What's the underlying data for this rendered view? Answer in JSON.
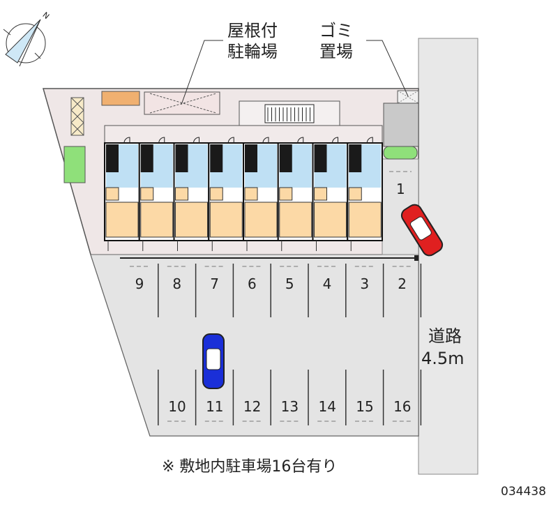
{
  "labels": {
    "bike_parking_line1": "屋根付",
    "bike_parking_line2": "駐輪場",
    "garbage_line1": "ゴミ",
    "garbage_line2": "置場",
    "road_line1": "道路",
    "road_line2": "4.5m",
    "compass_north": "N",
    "footnote": "※ 敷地内駐車場16台有り",
    "property_id": "034438"
  },
  "parking": {
    "top_row": [
      "9",
      "8",
      "7",
      "6",
      "5",
      "4",
      "3",
      "2"
    ],
    "bottom_row": [
      "10",
      "11",
      "12",
      "13",
      "14",
      "15",
      "16"
    ],
    "side": "1"
  },
  "units_count": 8,
  "colors": {
    "lot": "#e6e6e6",
    "site": "#eee6e6",
    "room": "#fcd9a6",
    "water": "#bfe0f4",
    "green": "#8fe07a",
    "car_red": "#e02020",
    "car_blue": "#1a2fd8"
  }
}
